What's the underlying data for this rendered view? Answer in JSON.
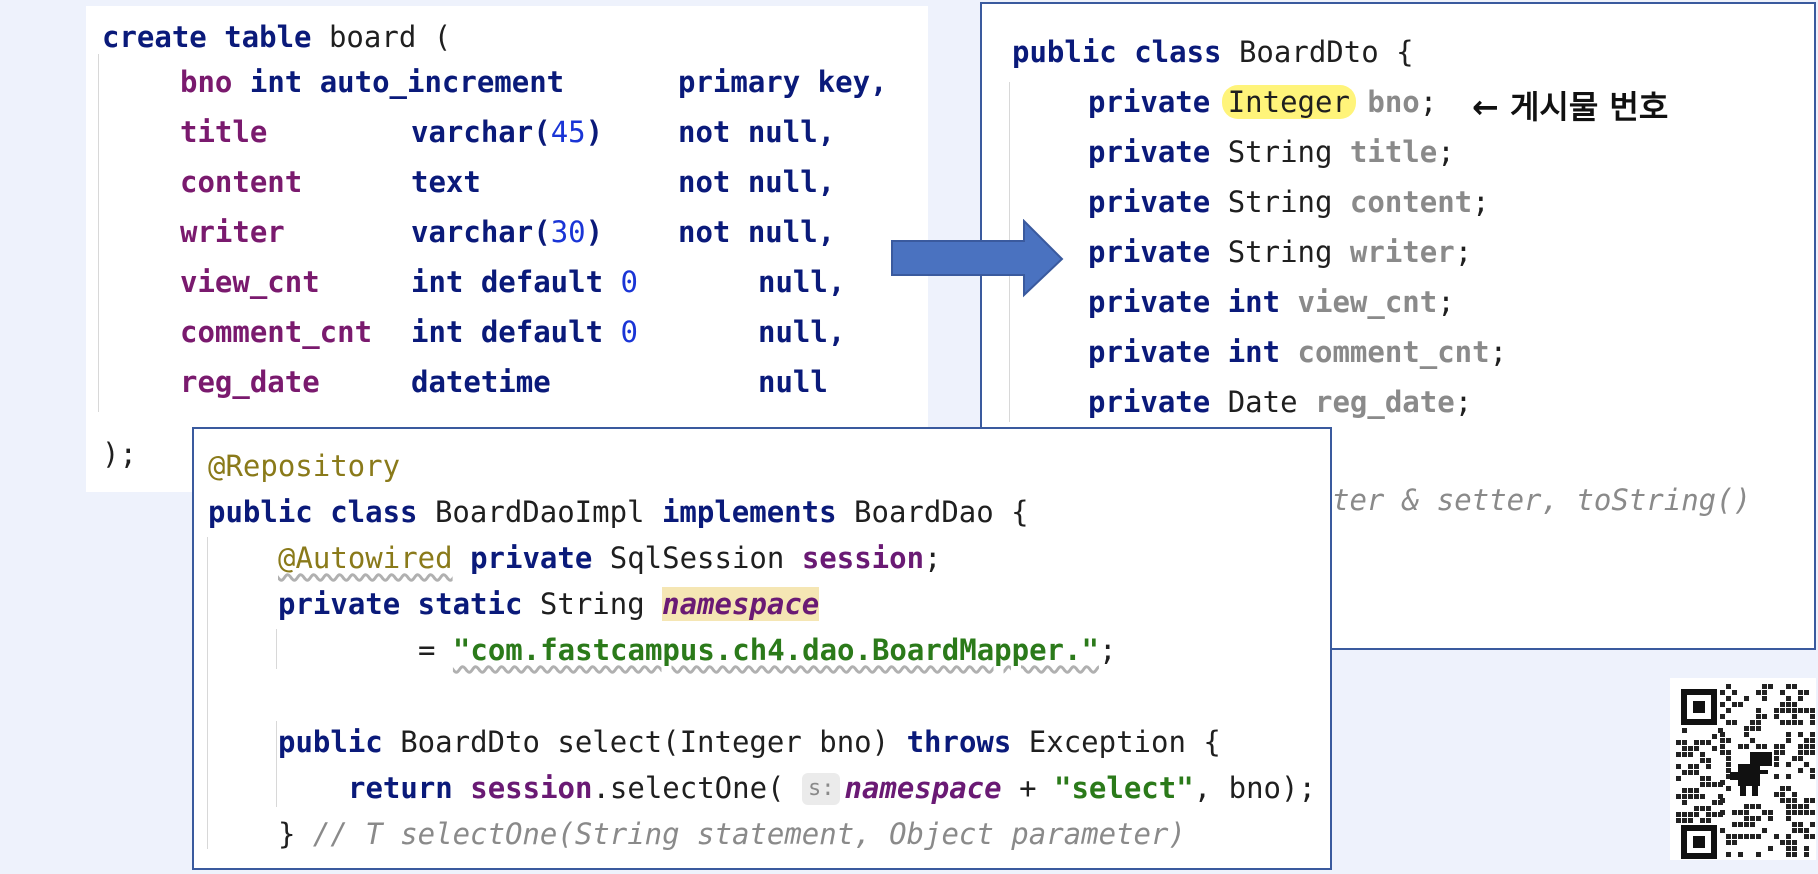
{
  "sql_panel": {
    "lines": [
      {
        "a": "create table",
        "b": " board ("
      },
      {
        "col": "bno",
        "type": "int auto_increment",
        "tail": "primary key,"
      },
      {
        "col": "title",
        "type": "varchar(",
        "n": "45",
        "close": ")",
        "tail": "not null,"
      },
      {
        "col": "content",
        "type": "text",
        "tail": "not null,"
      },
      {
        "col": "writer",
        "type": "varchar(",
        "n": "30",
        "close": ")",
        "tail": "not null,"
      },
      {
        "col": "view_cnt",
        "type": "int default ",
        "n": "0",
        "tail": "null,"
      },
      {
        "col": "comment_cnt",
        "type": "int default ",
        "n": "0",
        "tail": "null,"
      },
      {
        "col": "reg_date",
        "type": "datetime",
        "tail": "null"
      },
      {
        "a": ");"
      }
    ]
  },
  "dto_panel": {
    "header": {
      "kw": "public class",
      "name": " BoardDto {"
    },
    "fields": [
      {
        "mod": "private",
        "type": "Integer",
        "name": "bno",
        "semi": ";"
      },
      {
        "mod": "private",
        "type": "String",
        "name": "title",
        "semi": ";"
      },
      {
        "mod": "private",
        "type": "String",
        "name": "content",
        "semi": ";"
      },
      {
        "mod": "private",
        "type": "String",
        "name": "writer",
        "semi": ";"
      },
      {
        "mod": "private",
        "type": "int",
        "name": "view_cnt",
        "semi": ";"
      },
      {
        "mod": "private",
        "type": "int",
        "name": "comment_cnt",
        "semi": ";"
      },
      {
        "mod": "private",
        "type": "Date",
        "name": "reg_date",
        "semi": ";"
      }
    ],
    "comment_visible": "ter & setter, toString()",
    "annotation_note": "← 게시물 번호"
  },
  "dao_panel": {
    "annotation": "@Repository",
    "class_kw": "public class",
    "class_name": " BoardDaoImpl ",
    "impl_kw": "implements",
    "iface": " BoardDao {",
    "autowired": "@Autowired",
    "private_kw": "private",
    "session_type": " SqlSession ",
    "session_name": "session",
    "semi": ";",
    "static_kw": "private static",
    "string_type": " String ",
    "ns_name": "namespace",
    "assign": "= ",
    "ns_value": "\"com.fastcampus.ch4.dao.BoardMapper.\"",
    "public_kw": "public",
    "method_sig": " BoardDto select(Integer bno) ",
    "throws_kw": "throws",
    "exception": " Exception {",
    "return_kw": "return",
    "session_call": "session",
    "select_one": ".selectOne( ",
    "param_hint": "s:",
    "plus": " + ",
    "select_str": "\"select\"",
    "tail_args": ", bno);",
    "close_brace": "} ",
    "comment": "// T selectOne(String statement, Object parameter)"
  },
  "colors": {
    "arrow": "#4a72c0",
    "panel_border": "#3a5a9e",
    "background": "#eef2fc"
  },
  "icons": {
    "arrow": "right-arrow-icon",
    "qr": "qr-code-icon"
  }
}
